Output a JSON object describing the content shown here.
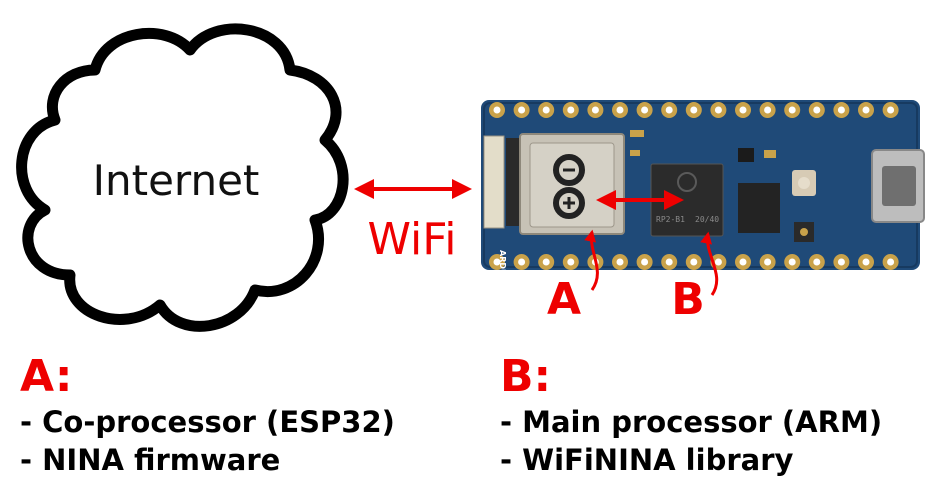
{
  "cloud": {
    "label": "Internet"
  },
  "link": {
    "label": "WiFi"
  },
  "board": {
    "silkscreen": "ARDUINO.CC",
    "chip_text_1": "RP2-B1",
    "chip_text_2": "20/40",
    "pin_a": "A",
    "pin_b": "B"
  },
  "legend": {
    "a": {
      "heading": "A:",
      "lines": [
        "- Co-processor (ESP32)",
        "- NINA firmware"
      ]
    },
    "b": {
      "heading": "B:",
      "lines": [
        "- Main processor (ARM)",
        "- WiFiNINA library"
      ]
    }
  },
  "colors": {
    "accent": "#ee0000",
    "board": "#1f4a78",
    "gold": "#c9a24a"
  }
}
